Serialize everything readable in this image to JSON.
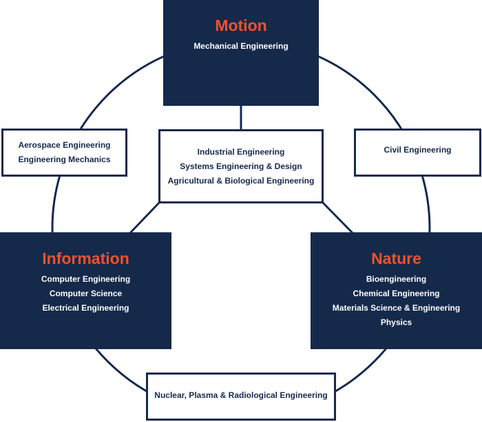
{
  "colors": {
    "navy": "#15294b",
    "accent": "#f2522b",
    "white": "#ffffff"
  },
  "motion": {
    "title": "Motion",
    "items": [
      "Mechanical Engineering"
    ]
  },
  "information": {
    "title": "Information",
    "items": [
      "Computer Engineering",
      "Computer Science",
      "Electrical Engineering"
    ]
  },
  "nature": {
    "title": "Nature",
    "items": [
      "Bioengineering",
      "Chemical Engineering",
      "Materials Science & Engineering",
      "Physics"
    ]
  },
  "aerospace": {
    "items": [
      "Aerospace Engineering",
      "Engineering Mechanics"
    ]
  },
  "center": {
    "items": [
      "Industrial Engineering",
      "Systems Engineering & Design",
      "Agricultural & Biological Engineering"
    ]
  },
  "civil": {
    "items": [
      "Civil Engineering"
    ]
  },
  "nuclear": {
    "items": [
      "Nuclear, Plasma & Radiological Engineering"
    ]
  }
}
